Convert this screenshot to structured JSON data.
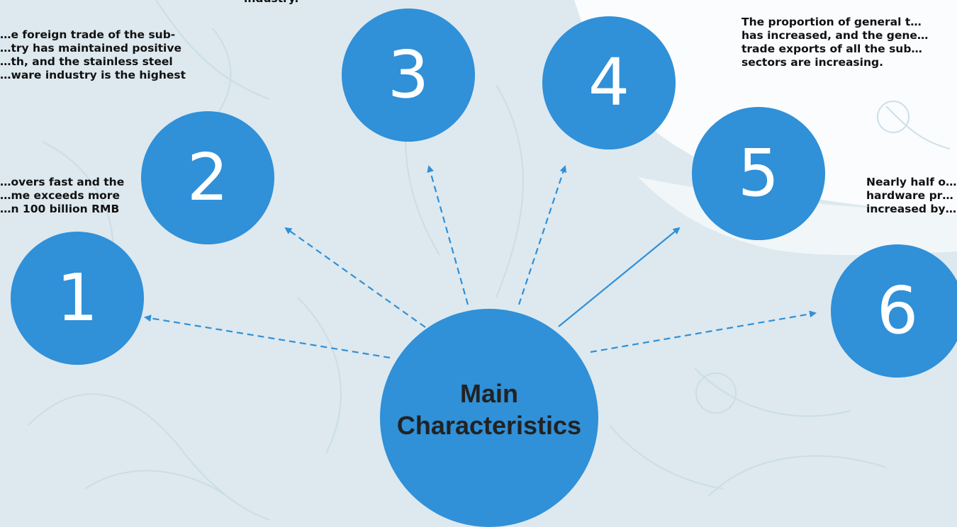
{
  "center": {
    "label": "Main Characteristics"
  },
  "nodes": [
    {
      "number": "1",
      "text": "…overs fast and the\n…me exceeds more\n…n 100 billion RMB"
    },
    {
      "number": "2",
      "text": "…e foreign trade of the sub-\n…try has maintained positive\n…th, and the stainless steel\n…ware industry is the highest"
    },
    {
      "number": "3",
      "text": "industry."
    },
    {
      "number": "4",
      "text": ""
    },
    {
      "number": "5",
      "text": "The proportion of general t…\nhas increased, and the gene…\ntrade exports of all the sub…\nsectors are increasing."
    },
    {
      "number": "6",
      "text": "Nearly half o…\nhardware pr…\nincreased by…"
    }
  ],
  "colors": {
    "circle": "#3090d8",
    "arrow": "#3090d8",
    "background": "#dde9ef"
  }
}
